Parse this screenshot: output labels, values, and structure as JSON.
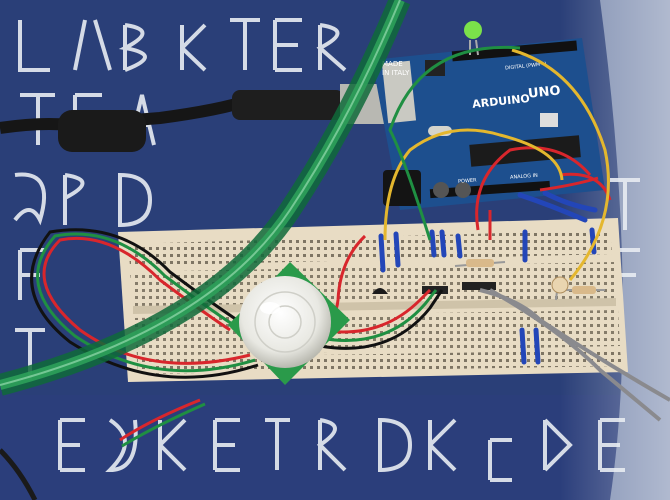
{
  "board": {
    "made_in_line1": "MADE",
    "made_in_line2": "IN ITALY",
    "brand": "ARDUINO",
    "model": "UNO",
    "header_label": "DIGITAL (PWM~)",
    "power_label": "POWER",
    "analog_label": "ANALOG IN"
  },
  "colors": {
    "mat": "#2a3f78",
    "board": "#1d4f8e",
    "breadboard": "#e8dcc4",
    "jumper_blue": "#2346b8",
    "wire_red": "#d8262c",
    "wire_yellow": "#e4b72e",
    "wire_green": "#1f8f42",
    "pir_dome": "#f2f2ee",
    "green_led": "#7be24a",
    "usb_cable": "#161616"
  },
  "icons": [
    "green-led-icon",
    "pir-sensor-dome",
    "photoresistor-icon",
    "transistor-icon"
  ]
}
